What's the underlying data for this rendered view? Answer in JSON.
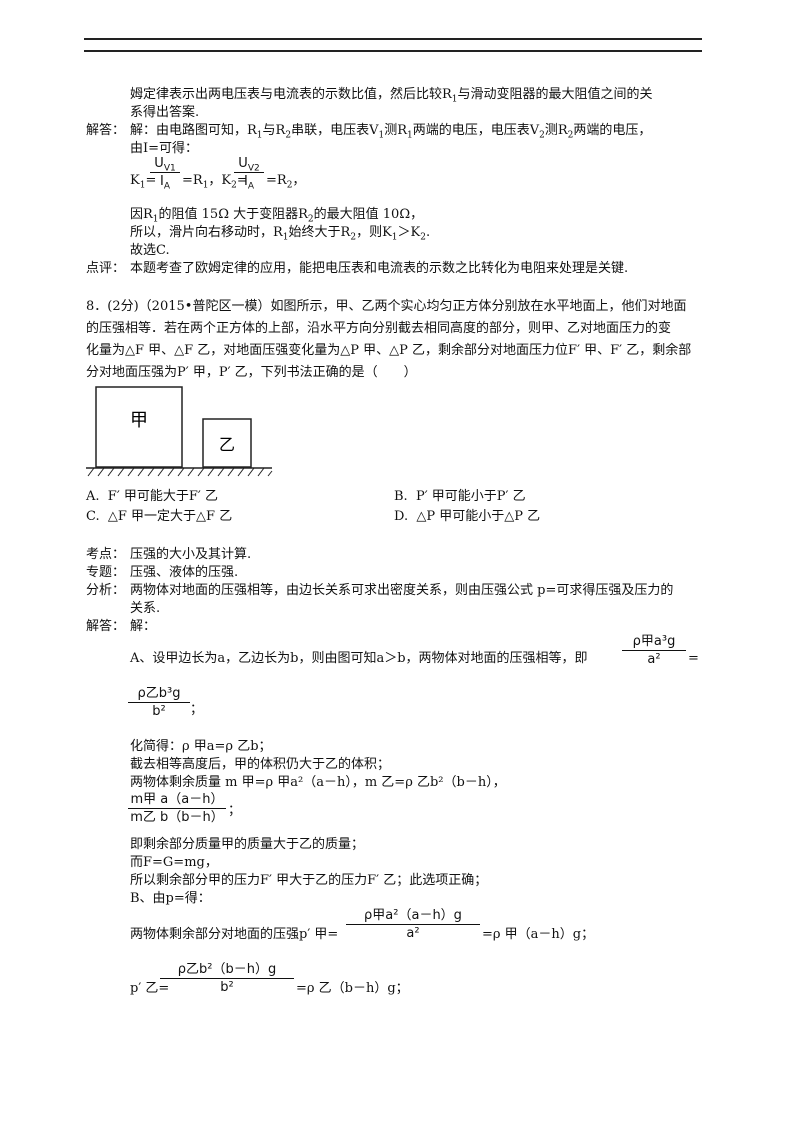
{
  "top_section": {
    "analysis_tail_1": "姆定律表示出两电压表与电流表的示数比值，然后比较R",
    "analysis_tail_1b": "与滑动变阻器的最大阻值之间的关",
    "analysis_tail_2": "系得出答案.",
    "answer_label": "解答：",
    "answer_l1a": "解：由电路图可知，R",
    "answer_l1b": "与R",
    "answer_l1c": "串联，电压表V",
    "answer_l1d": "测R",
    "answer_l1e": "两端的电压，电压表V",
    "answer_l1f": "测R",
    "answer_l1g": "两端的电压，",
    "answer_l2": "由I=可得：",
    "k1_prefix": "K",
    "k1_num": "U",
    "k1_num_sub": "V1",
    "k1_den": "I",
    "k1_den_sub": "A",
    "k1_suffix": "=R",
    "k2_prefix": "，K",
    "k2_num": "U",
    "k2_num_sub": "V2",
    "k2_den": "I",
    "k2_den_sub": "A",
    "k2_suffix": "=R",
    "line_r1": "因R",
    "line_r1b": "的阻值 15Ω 大于变阻器R",
    "line_r1c": "的最大阻值 10Ω，",
    "line_so": "所以，滑片向右移动时，R",
    "line_so_b": "始终大于R",
    "line_so_c": "，则K",
    "line_so_d": "＞K",
    "line_so_e": ".",
    "choose": "故选C.",
    "comment_label": "点评：",
    "comment": "本题考查了欧姆定律的应用，能把电压表和电流表的示数之比转化为电阻来处理是关键."
  },
  "question": {
    "line1": "8．(2分)（2015•普陀区一模）如图所示，甲、乙两个实心均匀正方体分别放在水平地面上，他们对地面",
    "line2": "的压强相等．若在两个正方体的上部，沿水平方向分别截去相同高度的部分，则甲、乙对地面压力的变",
    "line3": "化量为△F 甲、△F 乙，对地面压强变化量为△P 甲、△P 乙，剩余部分对地面压力位F′ 甲、F′ 乙，剩余部",
    "line4": "分对地面压强为P′ 甲，P′ 乙，下列书法正确的是（　　）",
    "figure_label_jia": "甲",
    "figure_label_yi": "乙",
    "options": [
      {
        "key": "A.",
        "text": "F′ 甲可能大于F′ 乙"
      },
      {
        "key": "B.",
        "text": "P′ 甲可能小于P′ 乙"
      },
      {
        "key": "C.",
        "text": "△F 甲一定大于△F 乙"
      },
      {
        "key": "D.",
        "text": "△P 甲可能小于△P 乙"
      }
    ]
  },
  "solution": {
    "kaodian_label": "考点：",
    "kaodian": "压强的大小及其计算.",
    "zhuanti_label": "专题：",
    "zhuanti": "压强、液体的压强.",
    "fenxi_label": "分析：",
    "fenxi_1": "两物体对地面的压强相等，由边长关系可求出密度关系，则由压强公式 p=可求得压强及压力的",
    "fenxi_2": "关系.",
    "jieda_label": "解答：",
    "jieda": "解：",
    "a_line": "A、设甲边长为a，乙边长为b，则由图可知a＞b，两物体对地面的压强相等，即",
    "f1_num": "ρ甲a³g",
    "f1_den": "a²",
    "f1_eq": "=",
    "f2_num": "ρ乙b³g",
    "f2_den": "b²",
    "f2_tail": "；",
    "simplify": "化简得：ρ 甲a=ρ 乙b；",
    "cut_line": "截去相等高度后，甲的体积仍大于乙的体积；",
    "mass_line": "两物体剩余质量 m 甲=ρ 甲a²（a－h），m 乙=ρ 乙b²（b－h），",
    "f3_num": "m甲  a（a－h）",
    "f3_den": "m乙  b（b－h）",
    "f3_tail": "；",
    "mass_conc": "即剩余部分质量甲的质量大于乙的质量；",
    "fgm": "而F=G=mg，",
    "a_conc": "所以剩余部分甲的压力F′ 甲大于乙的压力F′ 乙；此选项正确；",
    "b_line": "B、由p=得：",
    "p_line_prefix": "两物体剩余部分对地面的压强p′ 甲=",
    "f4_num": "ρ甲a²（a－h）g",
    "f4_den": "a²",
    "p_line_suffix": "=ρ 甲（a－h）g；",
    "p2_prefix": "p′ 乙=",
    "f5_num": "ρ乙b²（b－h）g",
    "f5_den": "b²",
    "p2_suffix": "=ρ 乙（b－h）g；"
  }
}
